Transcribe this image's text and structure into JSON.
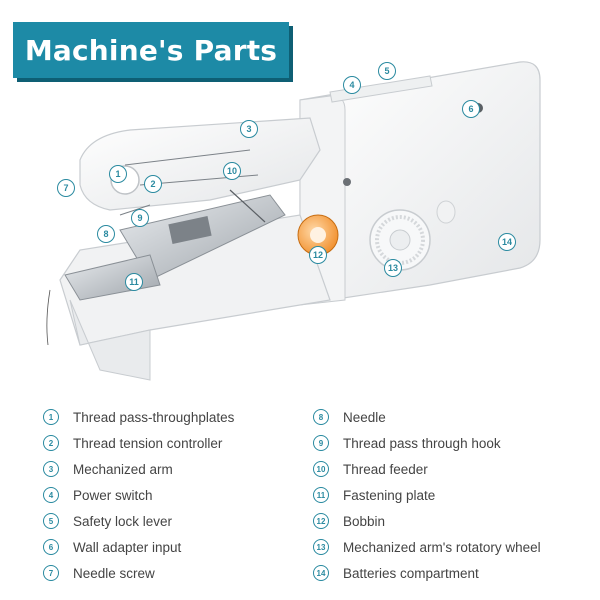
{
  "title": "Machine's Parts",
  "colors": {
    "banner": "#1d8aa6",
    "banner_shadow": "#0e5f74",
    "accent": "#2a8aa0",
    "bobbin": "#f08a24",
    "text": "#444444"
  },
  "parts": [
    {
      "number": "1",
      "label": "Thread pass-throughplates"
    },
    {
      "number": "2",
      "label": "Thread tension controller"
    },
    {
      "number": "3",
      "label": "Mechanized arm"
    },
    {
      "number": "4",
      "label": "Power switch"
    },
    {
      "number": "5",
      "label": "Safety lock lever"
    },
    {
      "number": "6",
      "label": "Wall adapter input"
    },
    {
      "number": "7",
      "label": "Needle screw"
    },
    {
      "number": "8",
      "label": "Needle"
    },
    {
      "number": "9",
      "label": "Thread pass through hook"
    },
    {
      "number": "10",
      "label": "Thread feeder"
    },
    {
      "number": "11",
      "label": "Fastening plate"
    },
    {
      "number": "12",
      "label": "Bobbin"
    },
    {
      "number": "13",
      "label": "Mechanized arm's rotatory wheel"
    },
    {
      "number": "14",
      "label": "Batteries compartment"
    }
  ]
}
